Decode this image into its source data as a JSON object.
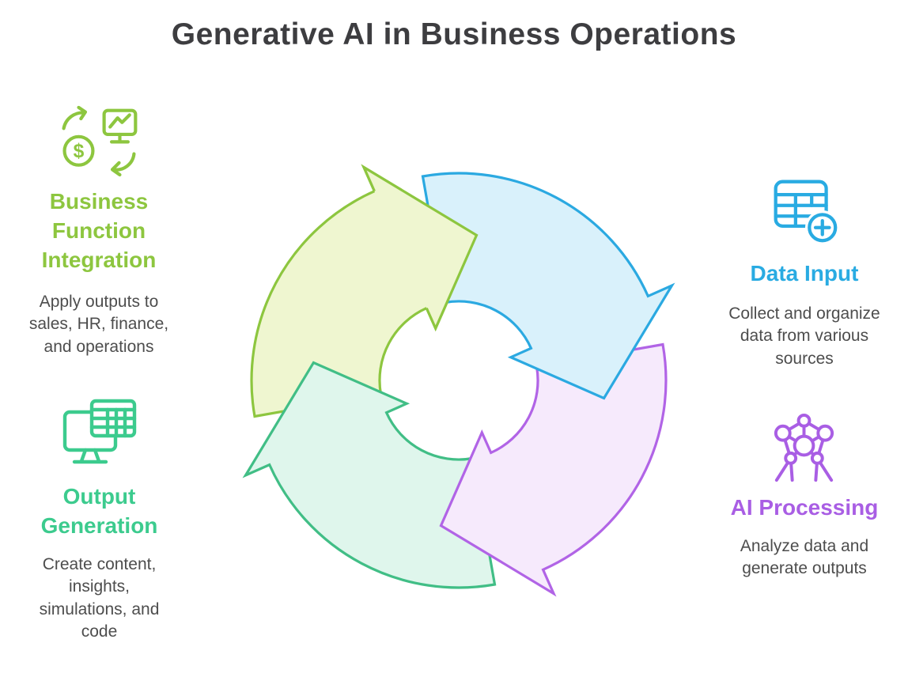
{
  "title": "Generative AI in Business Operations",
  "cycle": {
    "steps": [
      {
        "id": "data-input",
        "stroke": "#2BA9E1",
        "fill": "#D9F1FB"
      },
      {
        "id": "ai-processing",
        "stroke": "#B164E6",
        "fill": "#F6EAFC"
      },
      {
        "id": "output-generation",
        "stroke": "#41BE86",
        "fill": "#DFF6EC"
      },
      {
        "id": "business-function-integration",
        "stroke": "#8DC63F",
        "fill": "#EFF6D0"
      }
    ]
  },
  "sections": [
    {
      "id": "business-function-integration",
      "heading": "Business Function Integration",
      "description": "Apply outputs to sales, HR, finance, and operations",
      "color": "#8DC63F",
      "icon": "business-sync-icon"
    },
    {
      "id": "output-generation",
      "heading": "Output Generation",
      "description": "Create content, insights, simulations, and code",
      "color": "#3CCB8E",
      "icon": "monitor-spreadsheet-icon"
    },
    {
      "id": "data-input",
      "heading": "Data Input",
      "description": "Collect and organize data from various sources",
      "color": "#29ABE2",
      "icon": "table-add-icon"
    },
    {
      "id": "ai-processing",
      "heading": "AI Processing",
      "description": "Analyze data and generate outputs",
      "color": "#A95EE4",
      "icon": "neural-network-icon"
    }
  ]
}
